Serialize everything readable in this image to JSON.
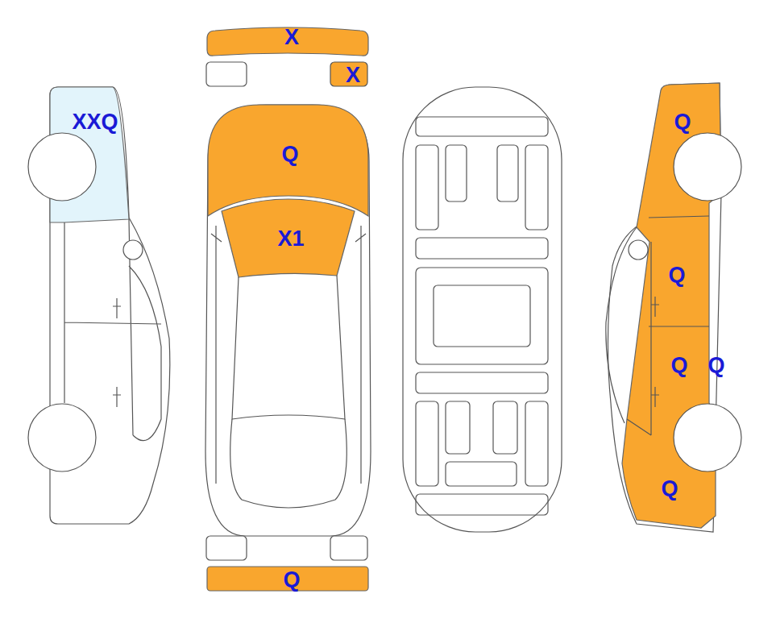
{
  "diagram": {
    "labels": [
      "X",
      "X",
      "XXQ",
      "Q",
      "Q",
      "X1",
      "Q",
      "Q",
      "Q",
      "Q",
      "Q"
    ]
  }
}
